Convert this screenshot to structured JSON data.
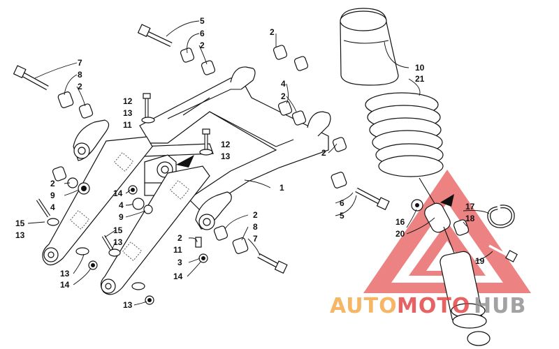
{
  "callouts": [
    {
      "id": "c5a",
      "text": "5"
    },
    {
      "id": "c6a",
      "text": "6"
    },
    {
      "id": "c2a",
      "text": "2"
    },
    {
      "id": "c7a",
      "text": "7"
    },
    {
      "id": "c8a",
      "text": "8"
    },
    {
      "id": "c2b",
      "text": "2"
    },
    {
      "id": "c2c",
      "text": "2"
    },
    {
      "id": "c4a",
      "text": "4"
    },
    {
      "id": "c2d",
      "text": "2"
    },
    {
      "id": "c10",
      "text": "10"
    },
    {
      "id": "c21",
      "text": "21"
    },
    {
      "id": "c12a",
      "text": "12"
    },
    {
      "id": "c13a",
      "text": "13"
    },
    {
      "id": "c11a",
      "text": "11"
    },
    {
      "id": "c12b",
      "text": "12"
    },
    {
      "id": "c13b",
      "text": "13"
    },
    {
      "id": "c2e",
      "text": "2"
    },
    {
      "id": "c1",
      "text": "1"
    },
    {
      "id": "c2f",
      "text": "2"
    },
    {
      "id": "c9a",
      "text": "9"
    },
    {
      "id": "c4b",
      "text": "4"
    },
    {
      "id": "c14a",
      "text": "14"
    },
    {
      "id": "c4c",
      "text": "4"
    },
    {
      "id": "c9b",
      "text": "9"
    },
    {
      "id": "c6b",
      "text": "6"
    },
    {
      "id": "c5b",
      "text": "5"
    },
    {
      "id": "c15a",
      "text": "15"
    },
    {
      "id": "c13c",
      "text": "13"
    },
    {
      "id": "c15b",
      "text": "15"
    },
    {
      "id": "c13d",
      "text": "13"
    },
    {
      "id": "c2g",
      "text": "2"
    },
    {
      "id": "c11b",
      "text": "11"
    },
    {
      "id": "c3",
      "text": "3"
    },
    {
      "id": "c14b",
      "text": "14"
    },
    {
      "id": "c2h",
      "text": "2"
    },
    {
      "id": "c8b",
      "text": "8"
    },
    {
      "id": "c7b",
      "text": "7"
    },
    {
      "id": "c13e",
      "text": "13"
    },
    {
      "id": "c14c",
      "text": "14"
    },
    {
      "id": "c13f",
      "text": "13"
    },
    {
      "id": "c16",
      "text": "16"
    },
    {
      "id": "c20",
      "text": "20"
    },
    {
      "id": "c17",
      "text": "17"
    },
    {
      "id": "c18",
      "text": "18"
    },
    {
      "id": "c19",
      "text": "19"
    }
  ],
  "watermark": {
    "part1": "AUTO",
    "part2": "MOTO",
    "part3": "HUB",
    "color_orange": "#f3a640",
    "color_red": "#e23b3b",
    "color_gray": "#8c8c8c"
  }
}
